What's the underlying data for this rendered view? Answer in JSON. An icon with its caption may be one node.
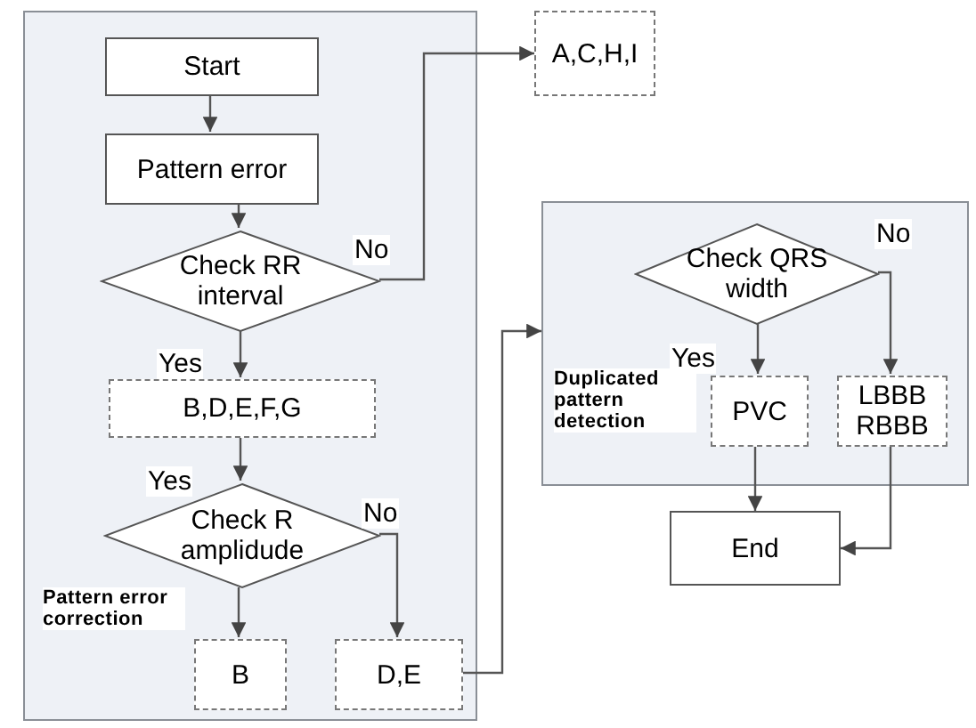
{
  "diagram": {
    "nodes": [
      {
        "text": [
          "Pattern error correction"
        ]
      },
      {
        "text": [
          "Start"
        ],
        "in": 0
      },
      {
        "text": [
          "Pattern error"
        ],
        "in": 0
      },
      {
        "text": [
          "Check RR interval"
        ],
        "in": 0
      },
      {
        "text": [
          "B,D,E,F,G"
        ],
        "in": 0
      },
      {
        "text": [
          "Check R amplidude"
        ],
        "in": 0
      },
      {
        "text": [
          "B"
        ],
        "in": 0
      },
      {
        "text": [
          "D,E"
        ],
        "in": 0
      },
      {
        "text": [
          "A,C,H,I"
        ]
      },
      {
        "text": [
          "Duplicated pattern detection"
        ]
      },
      {
        "text": [
          "Check QRS width"
        ],
        "in": 9
      },
      {
        "text": [
          "PVC"
        ],
        "in": 9
      },
      {
        "text": [
          "LBBB RBBB"
        ],
        "in": 9
      },
      {
        "text": [
          "End"
        ]
      }
    ],
    "edges": [
      {
        "from": 1,
        "to": 2,
        "arrow": "to"
      },
      {
        "from": 2,
        "to": 3,
        "arrow": "to"
      },
      {
        "from": 3,
        "to": 8,
        "arrow": "to",
        "label": "No"
      },
      {
        "from": 3,
        "to": 4,
        "arrow": "to",
        "label": "Yes"
      },
      {
        "from": 4,
        "to": 5,
        "arrow": "to",
        "label": "Yes"
      },
      {
        "from": 5,
        "to": 6,
        "arrow": "to"
      },
      {
        "from": 5,
        "to": 7,
        "arrow": "to",
        "label": "No"
      },
      {
        "from": 7,
        "to": 9,
        "arrow": "to"
      },
      {
        "from": 10,
        "to": 11,
        "arrow": "to",
        "label": "Yes"
      },
      {
        "from": 10,
        "to": 12,
        "arrow": "to",
        "label": "No"
      },
      {
        "from": 11,
        "to": 13,
        "arrow": "to"
      },
      {
        "from": 12,
        "to": 13,
        "arrow": "to"
      }
    ]
  }
}
